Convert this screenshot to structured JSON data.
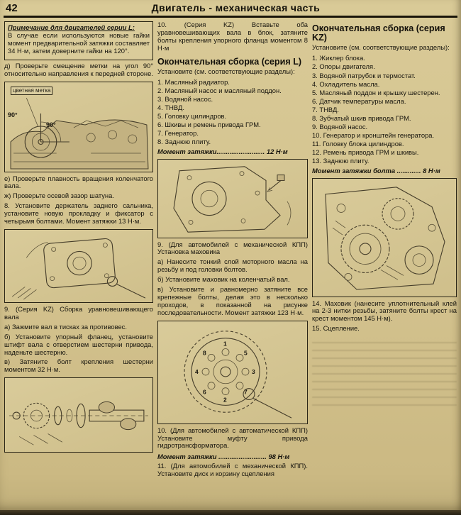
{
  "header": {
    "page_number": "42",
    "title": "Двигатель - механическая часть"
  },
  "left": {
    "note": {
      "title": "Примечание для двигателей серии L:",
      "body": "В случае если используются новые гайки момент предварительной затяжки составляет 34 Н·м, затем доверните гайки на 120°."
    },
    "step_d": "д) Проверьте смещение метки на угол 90° относительно направления к передней стороне.",
    "fig1": {
      "label": "цветная метка",
      "angle1": "90°",
      "angle2": "90°"
    },
    "step_e": "е) Проверьте плавность вращения коленчатого вала.",
    "step_zh": "ж) Проверьте осевой зазор шатуна.",
    "step_8": "8. Установите держатель заднего сальника, установите новую прокладку и фиксатор с четырьмя болтами. Момент затяжки 13 Н·м.",
    "step_9_title": "9. (Серия KZ) Сборка уравновешивающего вала",
    "step_9a": "а) Зажмите вал в тисках за противовес.",
    "step_9b": "б) Установите упорный фланец, установите штифт вала с отверстием шестерни привода, наденьте шестерню.",
    "step_9v": "в) Затяните болт крепления шестерни моментом 32 Н·м."
  },
  "middle": {
    "step_10_kz": "10. (Серия KZ) Вставьте оба уравновешивающих вала в блок, затяните болты крепления упорного фланца моментом 8 Н·м",
    "final_l": {
      "title": "Окончательная сборка (серия L)",
      "intro": "Установите (см. соответствующие разделы):",
      "items": [
        "1. Масляный радиатор.",
        "2. Масляный насос и масляный поддон.",
        "3. Водяной насос.",
        "4. ТНВД.",
        "5. Головку цилиндров.",
        "6. Шкивы и ремень привода ГРМ.",
        "7. Генератор.",
        "8. Заднюю плиту."
      ],
      "torque_line": "Момент затяжки.......................... 12 Н·м"
    },
    "step_9_title": "9. (Для автомобилей с механической КПП) Установка маховика",
    "step_9a": "а) Нанесите тонкий слой моторного масла на резьбу и под головки болтов.",
    "step_9b": "б) Установите маховик на коленчатый вал.",
    "step_9v": "в) Установите и равномерно затяните все крепежные болты, делая это в несколько проходов, в показанной на рисунке последовательности. Момент затяжки 123 Н·м.",
    "fig_numbers": [
      "1",
      "5",
      "3",
      "7",
      "2",
      "6",
      "4",
      "8"
    ],
    "step_10_akpp": "10. (Для автомобилей с автоматической КПП) Установите муфту привода гидротрансформатора.",
    "torque_98": "Момент затяжки .......................... 98 Н·м",
    "step_11": "11. (Для автомобилей с механической КПП). Установите диск и корзину сцепления"
  },
  "right": {
    "final_kz": {
      "title": "Окончательная сборка (серия KZ)",
      "intro": "Установите (см. соответствующие разделы):",
      "items": [
        "1. Жиклер блока.",
        "2. Опоры двигателя.",
        "3. Водяной патрубок и термостат.",
        "4. Охладитель масла.",
        "5. Масляный поддон и крышку шестерен.",
        "6. Датчик температуры масла.",
        "7. ТНВД.",
        "8. Зубчатый шкив привода ГРМ.",
        "9. Водяной насос.",
        "10. Генератор и кронштейн генератора.",
        "11. Головку блока цилиндров.",
        "12. Ремень привода ГРМ и шкивы.",
        "13. Заднюю плиту."
      ],
      "torque_line": "Момент затяжки болта ............. 8 Н·м"
    },
    "step_14": "14. Маховик (нанесите уплотнительный клей на 2-3 нитки резьбы, затяните болты крест на крест моментом 145 Н·м).",
    "step_15": "15. Сцепление."
  }
}
